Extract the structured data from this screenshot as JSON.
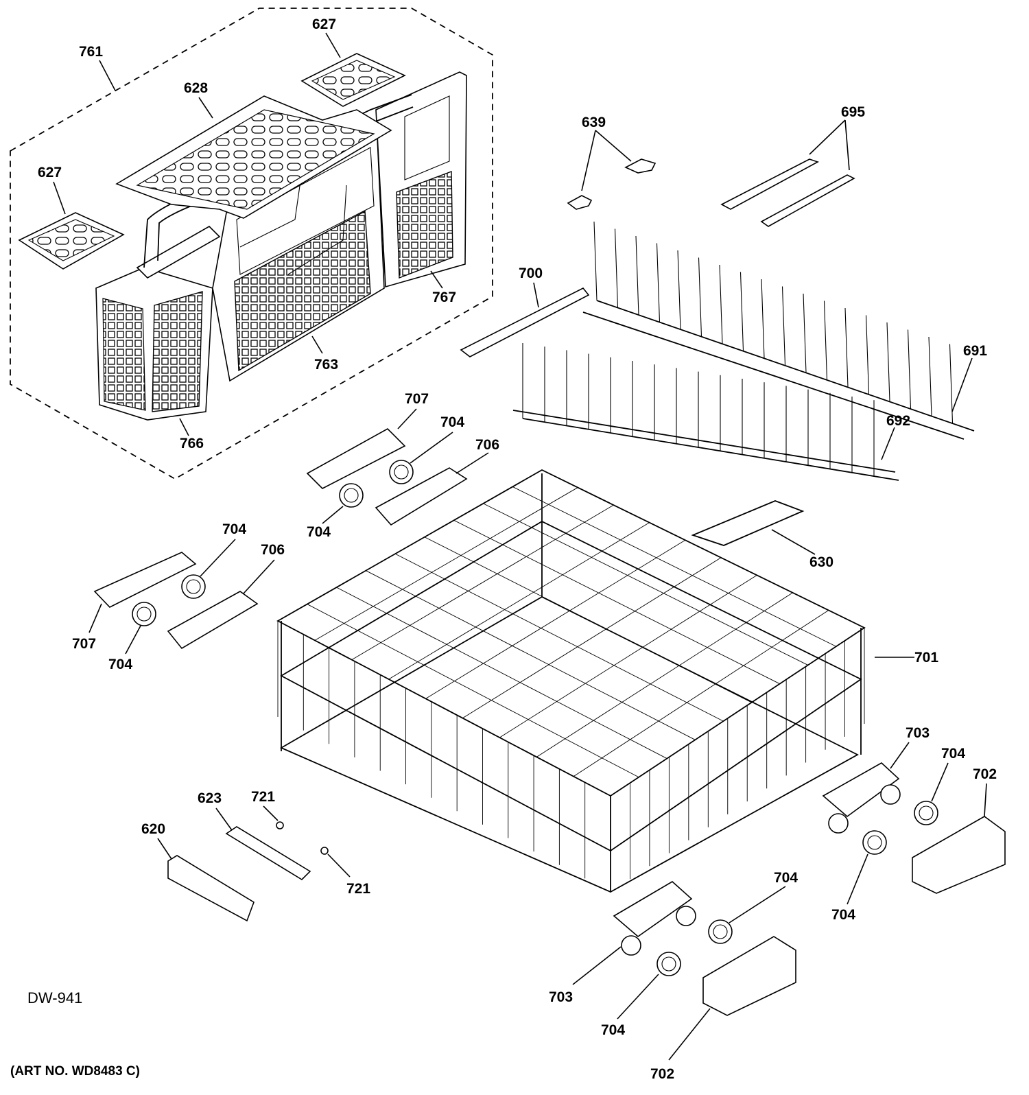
{
  "diagram": {
    "drawing_code": "DW-941",
    "art_number": "(ART NO. WD8483 C)",
    "callouts": [
      "761",
      "627",
      "628",
      "627",
      "767",
      "763",
      "766",
      "639",
      "695",
      "700",
      "691",
      "692",
      "707",
      "704",
      "706",
      "704",
      "630",
      "704",
      "706",
      "707",
      "704",
      "701",
      "703",
      "704",
      "702",
      "623",
      "721",
      "620",
      "721",
      "704",
      "704",
      "703",
      "704",
      "702"
    ]
  }
}
